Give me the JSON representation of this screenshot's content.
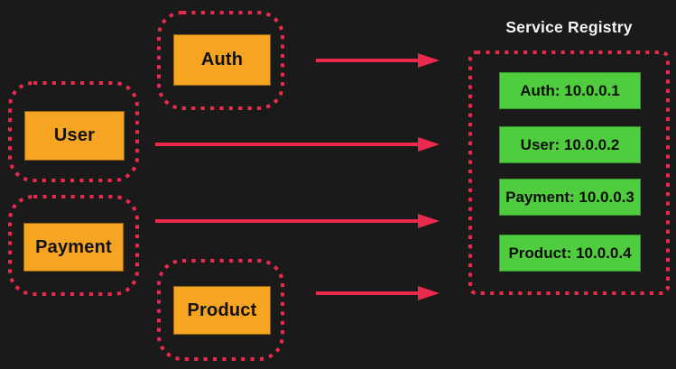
{
  "diagram": {
    "title": "Service Registry",
    "services": [
      {
        "label": "Auth"
      },
      {
        "label": "User"
      },
      {
        "label": "Payment"
      },
      {
        "label": "Product"
      }
    ],
    "registry_entries": [
      {
        "label": "Auth: 10.0.0.1"
      },
      {
        "label": "User: 10.0.0.2"
      },
      {
        "label": "Payment: 10.0.0.3"
      },
      {
        "label": "Product: 10.0.0.4"
      }
    ],
    "colors": {
      "background": "#1a1a1a",
      "service_fill": "#f5a522",
      "registry_fill": "#50cd3e",
      "accent_red": "#ea2a4d",
      "title_text": "#f4f4f6"
    }
  }
}
